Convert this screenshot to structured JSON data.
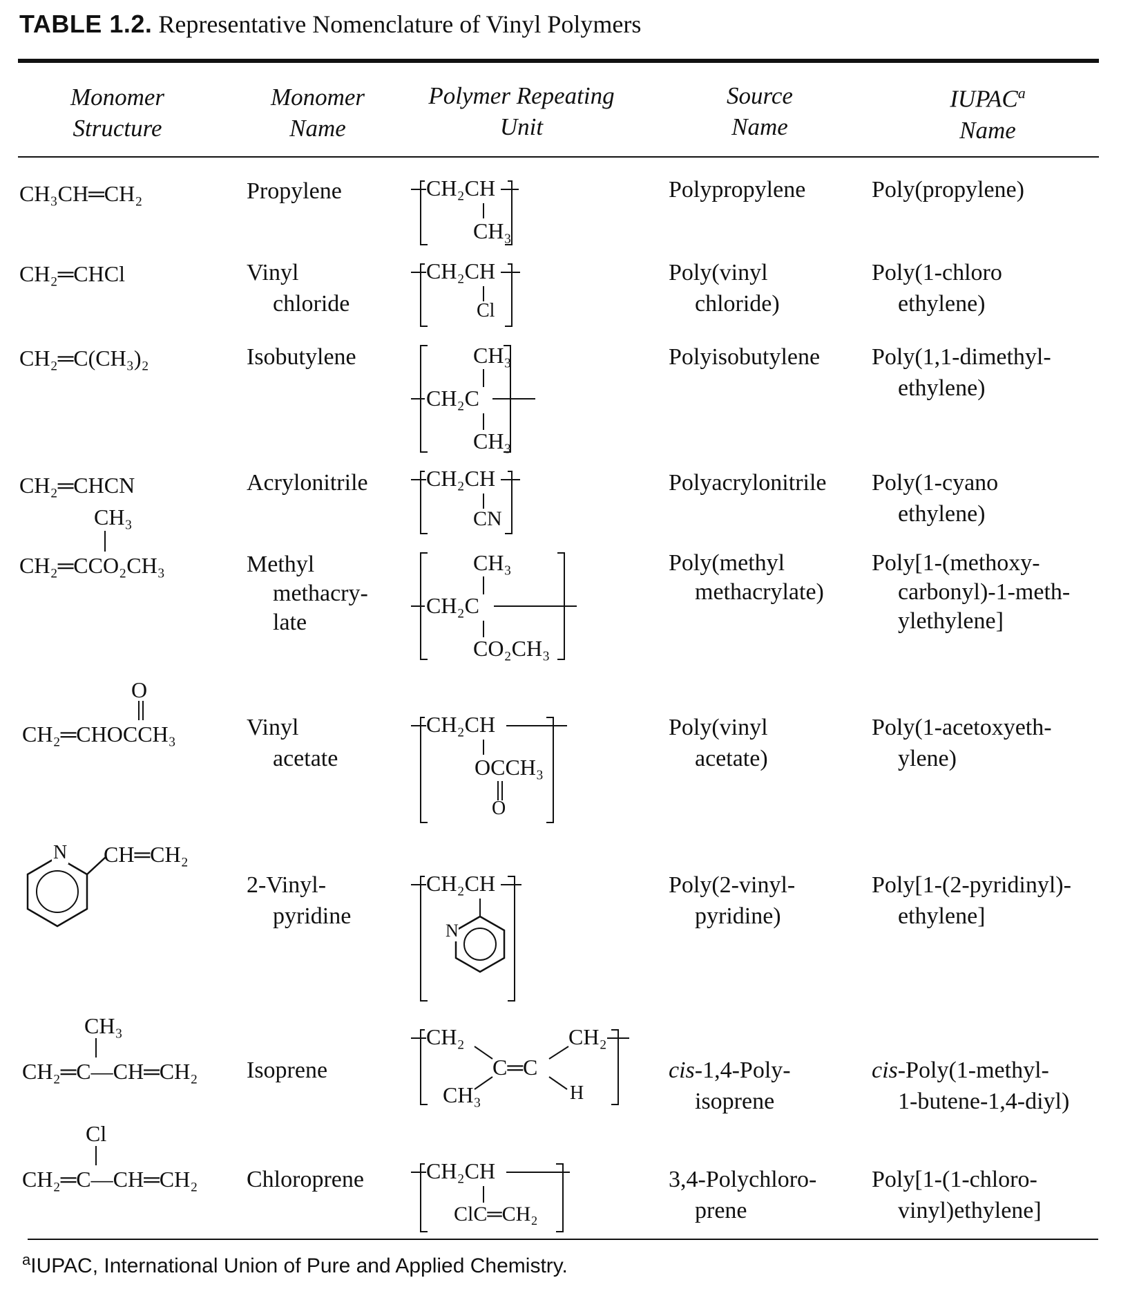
{
  "table": {
    "label": "TABLE 1.2.",
    "title": "Representative Nomenclature of Vinyl Polymers",
    "headers": [
      {
        "l1": "Monomer",
        "l2": "Structure"
      },
      {
        "l1": "Monomer",
        "l2": "Name"
      },
      {
        "l1": "Polymer Repeating",
        "l2": "Unit"
      },
      {
        "l1": "Source",
        "l2": "Name"
      },
      {
        "l1": "IUPAC",
        "sup": "a",
        "l2": "Name"
      }
    ],
    "rows": [
      {
        "structure": "CH₃CH═CH₂",
        "monomer": [
          "Propylene"
        ],
        "unit": {
          "main": "CH₂CH",
          "sub": "CH₃"
        },
        "source": [
          "Polypropylene"
        ],
        "iupac": [
          "Poly(propylene)"
        ]
      },
      {
        "structure": "CH₂═CHCl",
        "monomer": [
          "Vinyl",
          "chloride"
        ],
        "unit": {
          "main": "CH₂CH",
          "sub": "Cl"
        },
        "source": [
          "Poly(vinyl",
          "chloride)"
        ],
        "iupac": [
          "Poly(1-chloro",
          "ethylene)"
        ]
      },
      {
        "structure": "CH₂═C(CH₃)₂",
        "monomer": [
          "Isobutylene"
        ],
        "unit": {
          "top": "CH₃",
          "main": "CH₂C",
          "sub": "CH₃"
        },
        "source": [
          "Polyisobutylene"
        ],
        "iupac": [
          "Poly(1,1-dimethyl-",
          "ethylene)"
        ]
      },
      {
        "structure": "CH₂═CHCN",
        "monomer": [
          "Acrylonitrile"
        ],
        "unit": {
          "main": "CH₂CH",
          "sub": "CN"
        },
        "source": [
          "Polyacrylonitrile"
        ],
        "iupac": [
          "Poly(1-cyano",
          "ethylene)"
        ]
      },
      {
        "structure_top": "CH₃",
        "structure": "CH₂═CCO₂CH₃",
        "monomer": [
          "Methyl",
          "methacry-",
          "late"
        ],
        "unit": {
          "top": "CH₃",
          "main": "CH₂C",
          "sub": "CO₂CH₃"
        },
        "source": [
          "Poly(methyl",
          "methacrylate)"
        ],
        "iupac": [
          "Poly[1-(methoxy-",
          "carbonyl)-1-meth-",
          "ylethylene]"
        ]
      },
      {
        "structure_top": "O",
        "structure": "CH₂═CHOCCH₃",
        "monomer": [
          "Vinyl",
          "acetate"
        ],
        "unit": {
          "main": "CH₂CH",
          "sub": "OCCH₃",
          "sub2": "O"
        },
        "source": [
          "Poly(vinyl",
          "acetate)"
        ],
        "iupac": [
          "Poly(1-acetoxyeth-",
          "ylene)"
        ]
      },
      {
        "structure_ring_atom": "N",
        "structure": "CH═CH₂",
        "monomer": [
          "2-Vinyl-",
          "pyridine"
        ],
        "unit": {
          "main": "CH₂CH",
          "ring_atom": "N"
        },
        "source": [
          "Poly(2-vinyl-",
          "pyridine)"
        ],
        "iupac": [
          "Poly[1-(2-pyridinyl)-",
          "ethylene]"
        ]
      },
      {
        "structure_top": "CH₃",
        "structure": "CH₂═C—CH═CH₂",
        "monomer": [
          "Isoprene"
        ],
        "unit": {
          "left_top": "CH₂",
          "right_top": "CH₂",
          "center": "C═C",
          "left_bottom": "CH₃",
          "right_bottom": "H"
        },
        "source_prefix": "cis",
        "source": [
          "-1,4-Poly-",
          "isoprene"
        ],
        "iupac_prefix": "cis",
        "iupac": [
          "-Poly(1-methyl-",
          "1-butene-1,4-diyl)"
        ]
      },
      {
        "structure_top": "Cl",
        "structure": "CH₂═C—CH═CH₂",
        "monomer": [
          "Chloroprene"
        ],
        "unit": {
          "main": "CH₂CH",
          "sub": "ClC═CH₂"
        },
        "source": [
          "3,4-Polychloro-",
          "prene"
        ],
        "iupac": [
          "Poly[1-(1-chloro-",
          "vinyl)ethylene]"
        ]
      }
    ],
    "footnote_mark": "a",
    "footnote": "IUPAC, International Union of Pure and Applied Chemistry."
  }
}
